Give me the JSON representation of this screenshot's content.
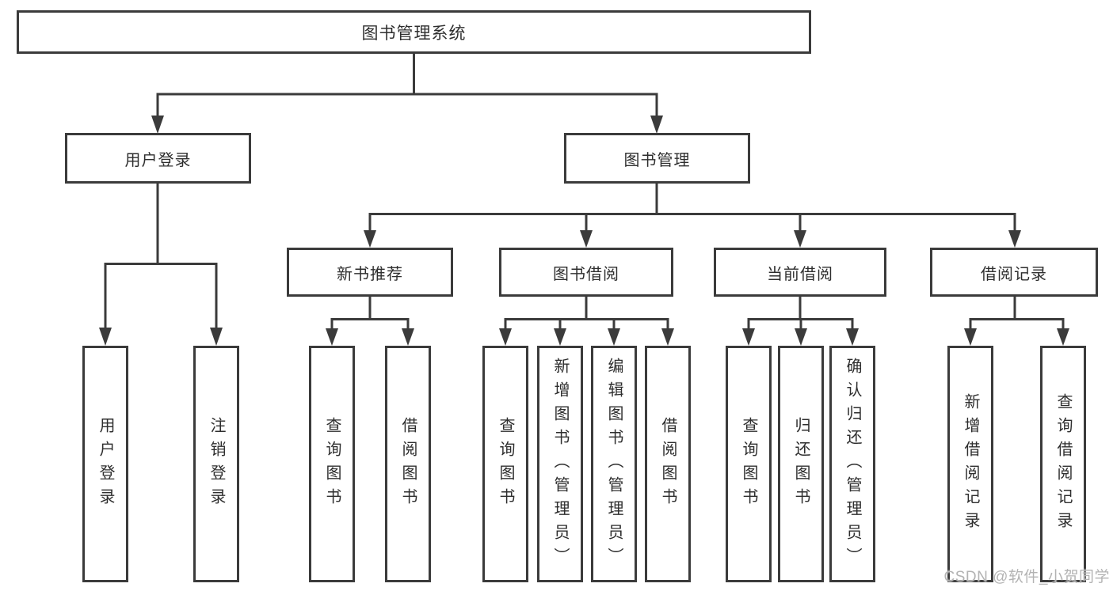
{
  "diagram": {
    "root": {
      "label": "图书管理系统"
    },
    "branches": [
      {
        "label": "用户登录",
        "children": [
          {
            "label": "用户登录"
          },
          {
            "label": "注销登录"
          }
        ]
      },
      {
        "label": "图书管理",
        "children": [
          {
            "label": "新书推荐",
            "children": [
              {
                "label": "查询图书"
              },
              {
                "label": "借阅图书"
              }
            ]
          },
          {
            "label": "图书借阅",
            "children": [
              {
                "label": "查询图书"
              },
              {
                "label": "新增图书（管理员）"
              },
              {
                "label": "编辑图书（管理员）"
              },
              {
                "label": "借阅图书"
              }
            ]
          },
          {
            "label": "当前借阅",
            "children": [
              {
                "label": "查询图书"
              },
              {
                "label": "归还图书"
              },
              {
                "label": "确认归还（管理员）"
              }
            ]
          },
          {
            "label": "借阅记录",
            "children": [
              {
                "label": "新增借阅记录"
              },
              {
                "label": "查询借阅记录"
              }
            ]
          }
        ]
      }
    ]
  },
  "watermark": {
    "text": "CSDN @软件_小贺同学"
  },
  "colors": {
    "line": "#3b3b3b",
    "text": "#2e2e2e",
    "watermark": "#b3b3b3",
    "background": "#ffffff"
  }
}
